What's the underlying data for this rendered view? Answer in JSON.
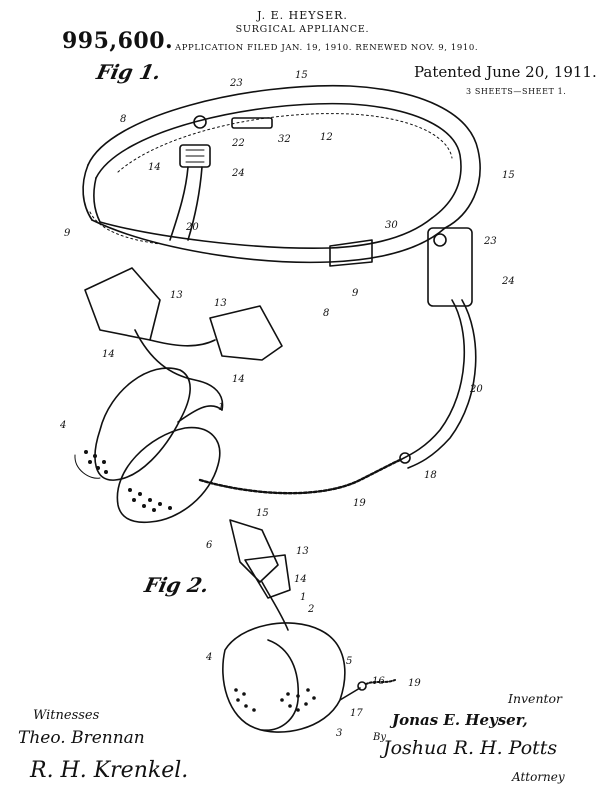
{
  "header": {
    "patent_number": "995,600.",
    "inventor": "J. E. HEYSER.",
    "title": "SURGICAL APPLIANCE.",
    "filing": "APPLICATION FILED JAN. 19, 1910. RENEWED NOV. 9, 1910.",
    "patented": "Patented June 20, 1911.",
    "sheets": "3 SHEETS—SHEET 1."
  },
  "figures": {
    "fig1_label": "Fig 1.",
    "fig2_label": "Fig 2."
  },
  "reference_numerals": {
    "fig1": [
      "23",
      "15",
      "8",
      "22",
      "32",
      "12",
      "14",
      "24",
      "15",
      "9",
      "20",
      "30",
      "23",
      "13",
      "9",
      "24",
      "13",
      "8",
      "14",
      "14",
      "20",
      "4",
      "1",
      "18",
      "19"
    ],
    "fig2": [
      "15",
      "6",
      "13",
      "14",
      "1",
      "2",
      "4",
      "5",
      "16",
      "19",
      "17",
      "3"
    ]
  },
  "footer": {
    "witnesses_heading": "Witnesses",
    "witness_1": "Theo. Brennan",
    "witness_2": "R. H. Krenkel.",
    "inventor_heading": "Inventor",
    "inventor_signature": "Jonas E. Heyser,",
    "by_label": "By",
    "attorney_signature": "Joshua R. H. Potts",
    "attorney_heading": "Attorney"
  }
}
